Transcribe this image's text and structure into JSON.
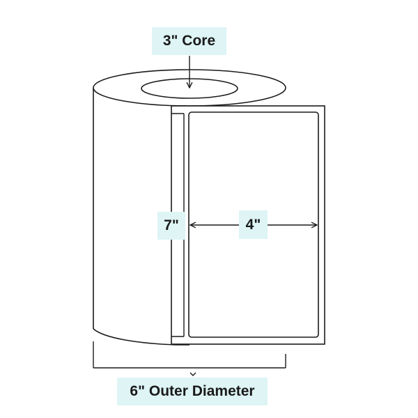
{
  "labels": {
    "core": "3\" Core",
    "height": "7\"",
    "width": "4\"",
    "outer_diameter": "6\" Outer Diameter"
  },
  "colors": {
    "line": "#1a1a1a",
    "label_background": "#def4f5",
    "background": "#ffffff"
  }
}
